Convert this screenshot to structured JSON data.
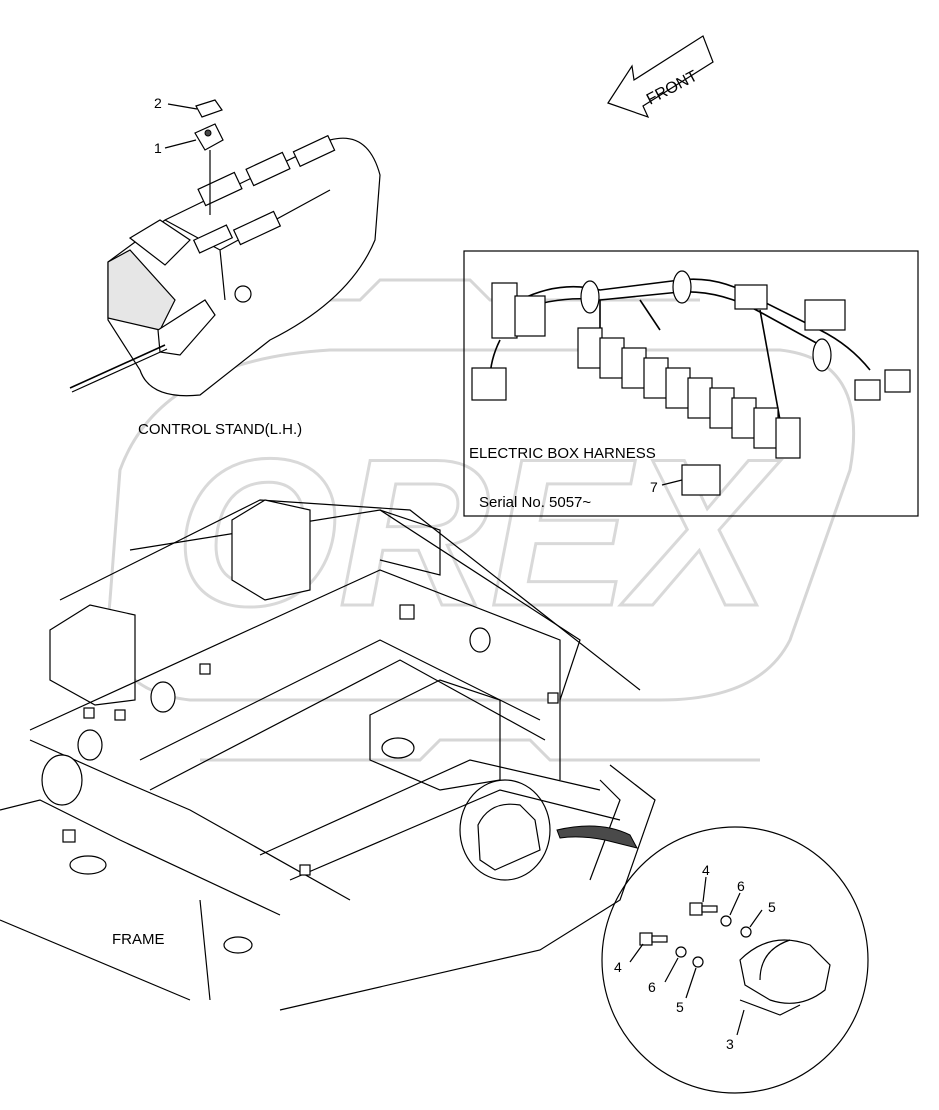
{
  "labels": {
    "front": "FRONT",
    "control_stand": "CONTROL STAND(L.H.)",
    "electric_box_harness": "ELECTRIC BOX HARNESS",
    "serial": "Serial No. 5057~",
    "frame": "FRAME"
  },
  "callouts": {
    "c1": "1",
    "c2": "2",
    "c3": "3",
    "c4a": "4",
    "c4b": "4",
    "c5a": "5",
    "c5b": "5",
    "c6a": "6",
    "c6b": "6",
    "c7": "7"
  },
  "watermark": "OREX"
}
